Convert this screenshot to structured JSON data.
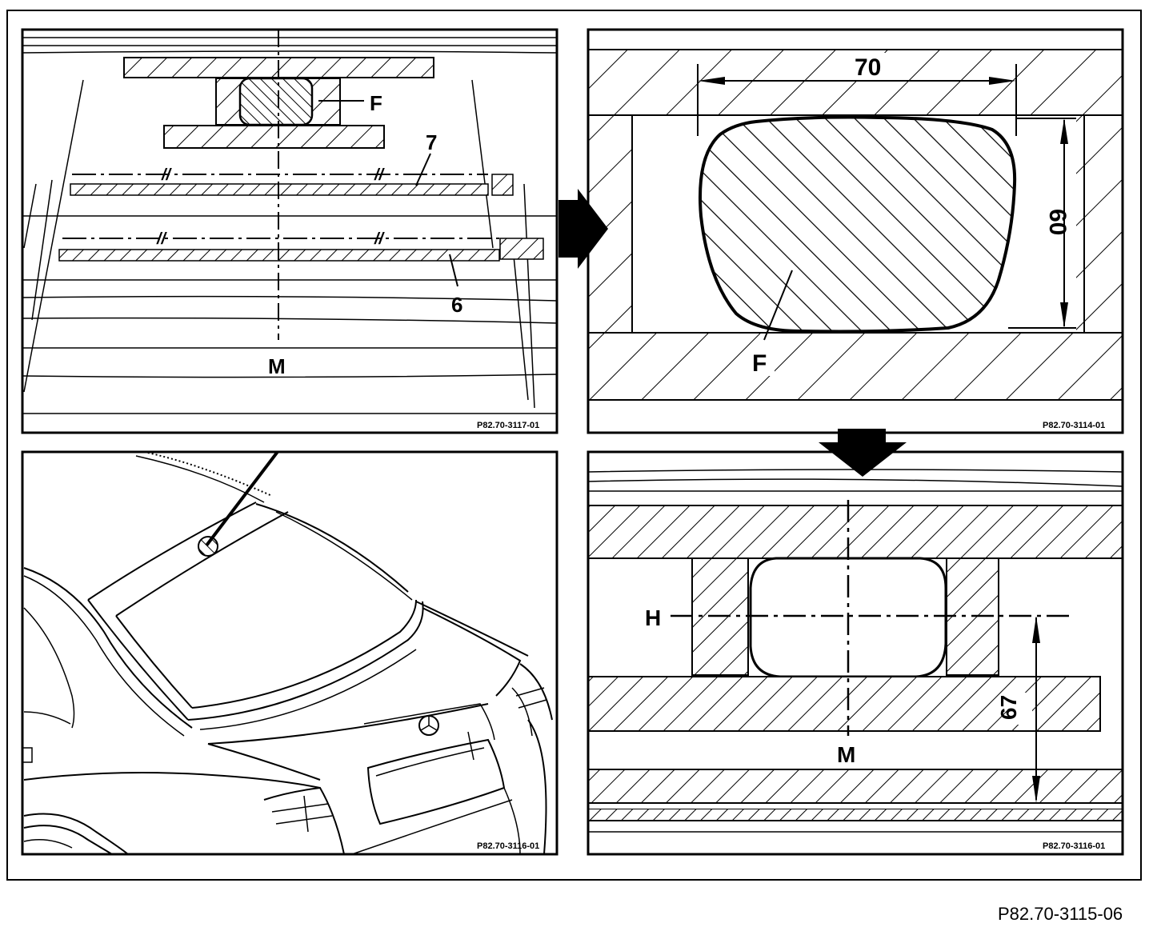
{
  "figure_id": "P82.70-3115-06",
  "panels": {
    "top_left": {
      "code": "P82.70-3117-01",
      "labels": {
        "f": "F",
        "seven": "7",
        "six": "6",
        "m": "M",
        "break_mark": "//"
      }
    },
    "top_right": {
      "code": "P82.70-3114-01",
      "labels": {
        "width": "70",
        "height": "60",
        "f": "F"
      }
    },
    "bottom_left": {
      "code": "P82.70-3116-01"
    },
    "bottom_right": {
      "code": "P82.70-3116-01",
      "labels": {
        "h": "H",
        "m": "M",
        "dist": "67"
      }
    }
  },
  "colors": {
    "ink": "#000000",
    "paper": "#ffffff"
  },
  "icons": [
    "arrow-right-icon",
    "arrow-down-icon"
  ]
}
